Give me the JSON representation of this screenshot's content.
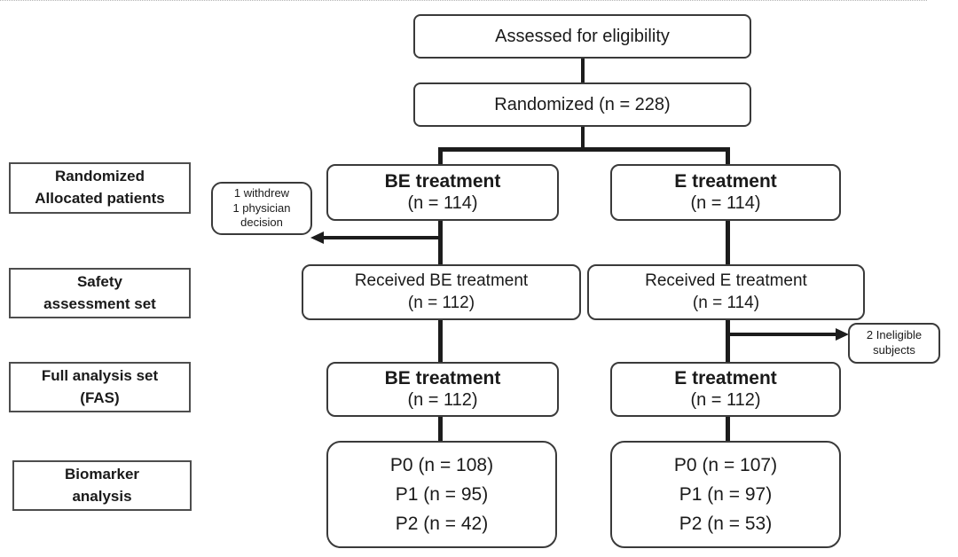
{
  "colors": {
    "box_border": "#3a3a3a",
    "label_border": "#4d4d4d",
    "connector": "#1c1c1c",
    "dotted_separator": "#b5b5b5",
    "text": "#1a1a1a",
    "background": "#ffffff"
  },
  "flow": {
    "assessed": [
      "Assessed for eligibility"
    ],
    "randomized": [
      "Randomized (n = 228)"
    ],
    "row_labels": {
      "allocation": [
        "Randomized",
        "Allocated  patients"
      ],
      "safety": [
        "Safety",
        "assessment set"
      ],
      "fas": [
        "Full analysis set",
        "(FAS)"
      ],
      "biomarker": [
        "Biomarker",
        "analysis"
      ]
    },
    "allocation": {
      "be_title": "BE treatment",
      "be_n": "(n = 114)",
      "e_title": "E treatment",
      "e_n": "(n = 114)",
      "dropout_note": [
        "1 withdrew",
        "1 physician decision"
      ]
    },
    "safety": {
      "be": [
        "Received BE treatment",
        "(n = 112)"
      ],
      "e": [
        "Received E treatment",
        "(n = 114)"
      ],
      "exclusion_note": [
        "2 Ineligible",
        "subjects"
      ]
    },
    "fas": {
      "be_title": "BE treatment",
      "be_n": "(n = 112)",
      "e_title": "E treatment",
      "e_n": "(n = 112)"
    },
    "biomarker": {
      "be": [
        "P0 (n = 108)",
        "P1 (n = 95)",
        "P2 (n = 42)"
      ],
      "e": [
        "P0 (n = 107)",
        "P1 (n = 97)",
        "P2 (n = 53)"
      ]
    }
  }
}
